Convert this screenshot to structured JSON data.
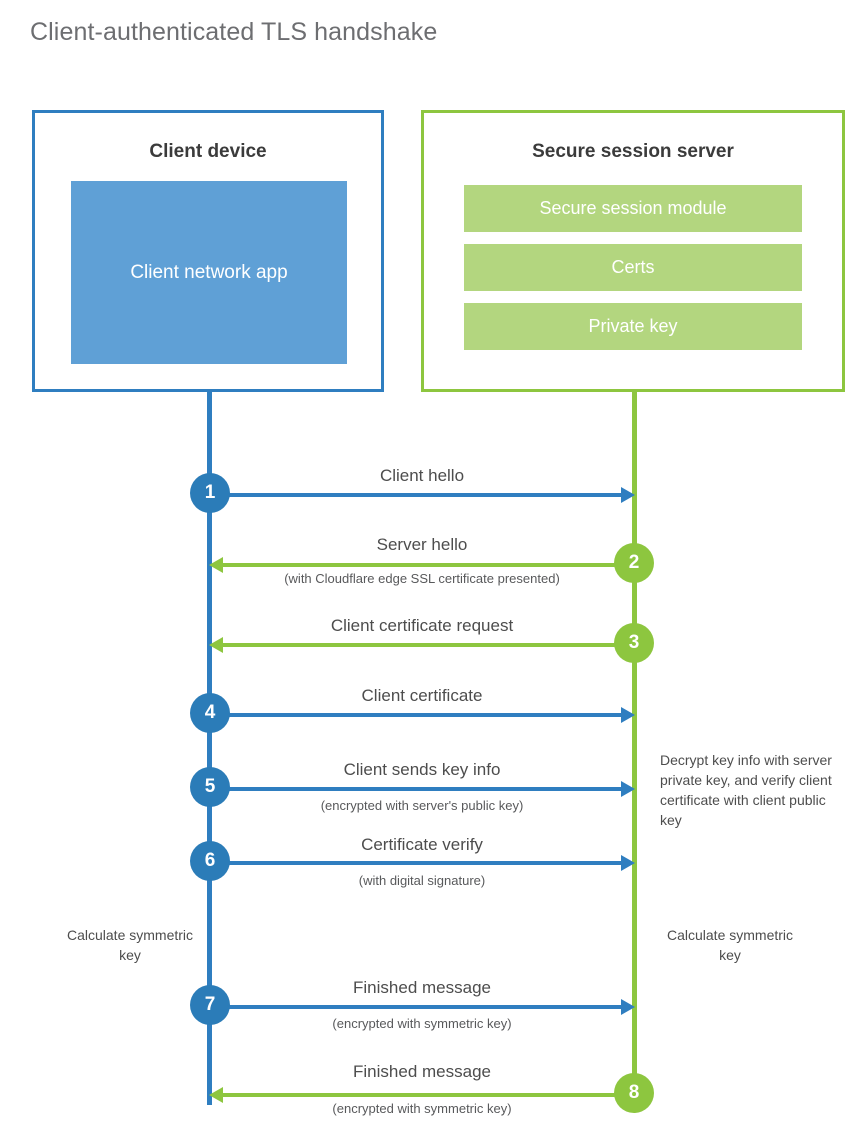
{
  "title": "Client-authenticated TLS handshake",
  "actors": {
    "client": {
      "title": "Client device",
      "app_label": "Client network app"
    },
    "server": {
      "title": "Secure session server",
      "modules": [
        {
          "label": "Secure session module"
        },
        {
          "label": "Certs"
        },
        {
          "label": "Private key"
        }
      ]
    }
  },
  "steps": [
    {
      "number": "1",
      "label": "Client hello",
      "sub": "",
      "direction": "client-to-server",
      "color": "blue"
    },
    {
      "number": "2",
      "label": "Server hello",
      "sub": "(with Cloudflare edge SSL certificate presented)",
      "direction": "server-to-client",
      "color": "green"
    },
    {
      "number": "3",
      "label": "Client certificate request",
      "sub": "",
      "direction": "server-to-client",
      "color": "green"
    },
    {
      "number": "4",
      "label": "Client certificate",
      "sub": "",
      "direction": "client-to-server",
      "color": "blue"
    },
    {
      "number": "5",
      "label": "Client sends key info",
      "sub": "(encrypted with server's public key)",
      "direction": "client-to-server",
      "color": "blue"
    },
    {
      "number": "6",
      "label": "Certificate verify",
      "sub": "(with digital signature)",
      "direction": "client-to-server",
      "color": "blue"
    },
    {
      "number": "7",
      "label": "Finished message",
      "sub": "(encrypted with symmetric key)",
      "direction": "client-to-server",
      "color": "blue"
    },
    {
      "number": "8",
      "label": "Finished message",
      "sub": "(encrypted with symmetric key)",
      "direction": "server-to-client",
      "color": "green"
    }
  ],
  "notes": {
    "server_decrypt": "Decrypt key info with server private key, and verify client certificate with client public key",
    "client_calc": "Calculate symmetric key",
    "server_calc": "Calculate symmetric key"
  },
  "colors": {
    "blue_border": "#2f7ec0",
    "blue_badge": "#2b7cb8",
    "blue_fill": "#5fa0d6",
    "green_border": "#8dc63f",
    "green_badge": "#8dc63f",
    "green_fill": "#b3d67f",
    "title_text": "#6d6e71",
    "body_text": "#4d4d4d"
  }
}
